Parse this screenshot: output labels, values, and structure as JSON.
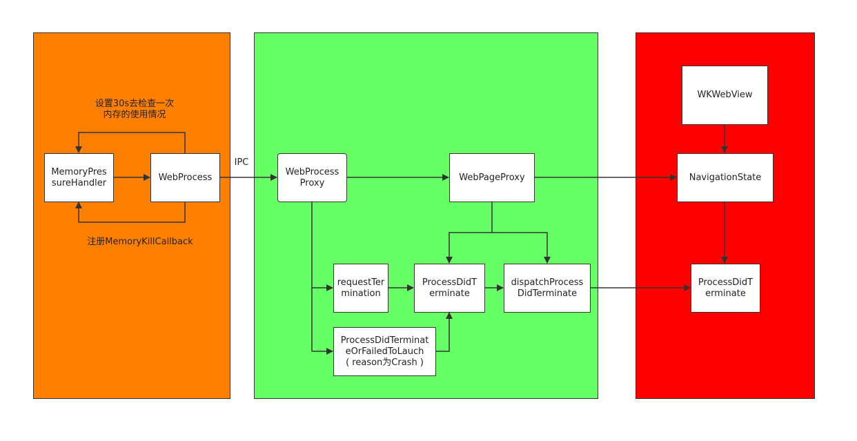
{
  "panels": {
    "left_color": "#ff8000",
    "middle_color": "#66ff66",
    "right_color": "#ff0000"
  },
  "notes": {
    "timer_line1": "设置30s去检查一次",
    "timer_line2": "内存的使用情况",
    "register": "注册MemoryKillCallback",
    "ipc": "IPC"
  },
  "nodes": {
    "memory_pressure_handler": {
      "line1": "MemoryPres",
      "line2": "sureHandler"
    },
    "web_process": {
      "line1": "WebProcess"
    },
    "web_process_proxy": {
      "line1": "WebProcess",
      "line2": "Proxy"
    },
    "web_page_proxy": {
      "line1": "WebPageProxy"
    },
    "request_termination": {
      "line1": "requestTer",
      "line2": "mination"
    },
    "process_did_terminate_mid": {
      "line1": "ProcessDidT",
      "line2": "erminate"
    },
    "dispatch_process_did_terminate": {
      "line1": "dispatchProcess",
      "line2": "DidTerminate"
    },
    "process_did_terminate_or_failed": {
      "line1": "ProcessDidTerminat",
      "line2": "eOrFailedToLauch",
      "line3": "( reason为Crash )"
    },
    "wk_web_view": {
      "line1": "WKWebView"
    },
    "navigation_state": {
      "line1": "NavigationState"
    },
    "process_did_terminate_right": {
      "line1": "ProcessDidT",
      "line2": "erminate"
    }
  }
}
